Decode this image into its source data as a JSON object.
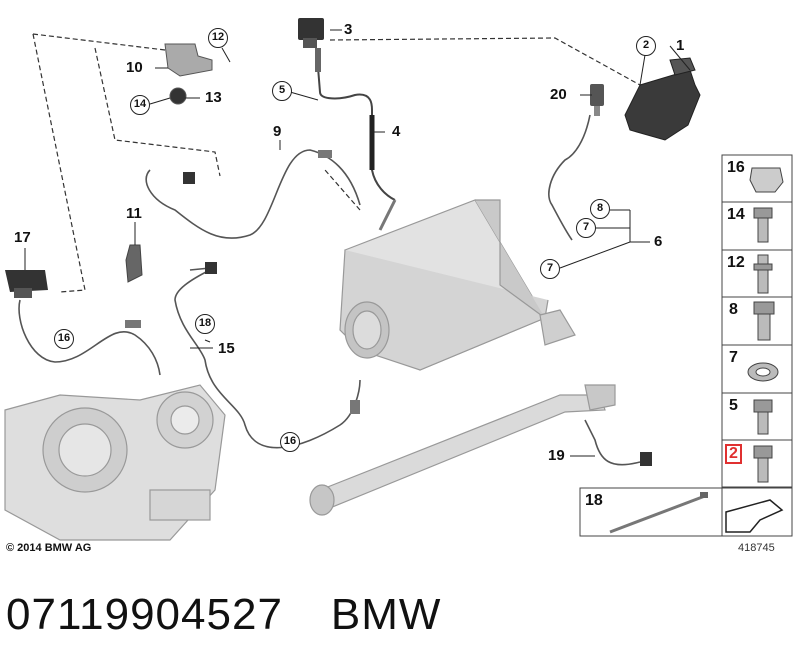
{
  "copyright": "© 2014 BMW AG",
  "diagram_number": "418745",
  "caption": {
    "part_number": "07119904527",
    "brand": "BMW"
  },
  "callouts": {
    "c1": "1",
    "c2": "2",
    "c3": "3",
    "c4": "4",
    "c5": "5",
    "c6": "6",
    "c7a": "7",
    "c7b": "7",
    "c8": "8",
    "c9": "9",
    "c10": "10",
    "c11": "11",
    "c12": "12",
    "c13": "13",
    "c14": "14",
    "c15": "15",
    "c16a": "16",
    "c16b": "16",
    "c17": "17",
    "c18": "18",
    "c19": "19",
    "c20": "20"
  },
  "fastener_table": [
    {
      "number": "16",
      "icon": "clip-icon"
    },
    {
      "number": "14",
      "icon": "flange-bolt-icon"
    },
    {
      "number": "12",
      "icon": "stud-bolt-icon"
    },
    {
      "number": "8",
      "icon": "banjo-bolt-icon"
    },
    {
      "number": "7",
      "icon": "sealing-ring-icon"
    },
    {
      "number": "5",
      "icon": "hex-bolt-icon"
    },
    {
      "number": "2",
      "icon": "hex-bolt-icon",
      "highlighted": true,
      "highlight_color": "#e03030"
    },
    {
      "number": "18",
      "icon": "cable-tie-icon"
    }
  ]
}
